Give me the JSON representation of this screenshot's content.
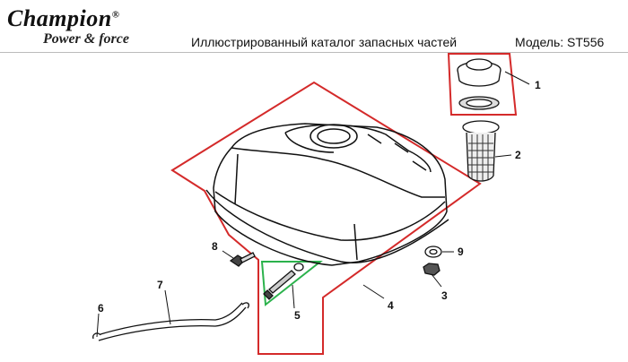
{
  "header": {
    "brand": "Champion",
    "tagline": "Power & force",
    "catalog_title": "Иллюстрированный каталог запасных частей",
    "model_label": "Модель: ST556"
  },
  "callouts": [
    "1",
    "2",
    "3",
    "4",
    "5",
    "6",
    "7",
    "8",
    "9"
  ],
  "colors": {
    "red_outline": "#d42a2a",
    "green_outline": "#2bb24c",
    "line_art": "#111111"
  }
}
